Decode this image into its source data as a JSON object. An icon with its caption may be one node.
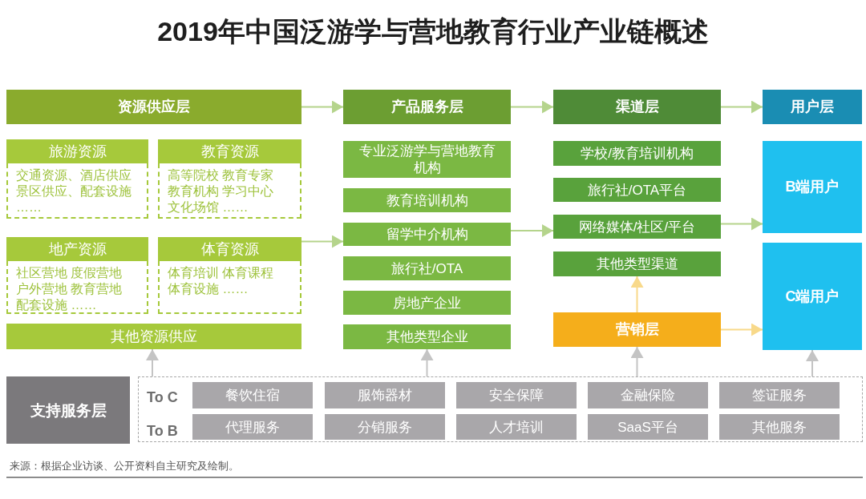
{
  "diagram": {
    "title": "2019年中国泛游学与营地教育行业产业链概述",
    "nodes": [
      {
        "text": [
          "资源供应层"
        ]
      },
      {
        "text": [
          "旅游资源",
          "交通资源、酒店供应景区供应、配套设施……"
        ]
      },
      {
        "text": [
          "教育资源",
          "高等院校 教育专家教育机构 学习中心文化场馆 ……"
        ]
      },
      {
        "text": [
          "地产资源",
          "社区营地 度假营地户外营地 教育营地配套设施 ……"
        ]
      },
      {
        "text": [
          "体育资源",
          "体育培训 体育课程体育设施 ……"
        ]
      },
      {
        "text": [
          "其他资源供应"
        ]
      },
      {
        "text": [
          "产品服务层"
        ]
      },
      {
        "text": [
          "专业泛游学与营地教育机构"
        ]
      },
      {
        "text": [
          "教育培训机构"
        ]
      },
      {
        "text": [
          "留学中介机构"
        ]
      },
      {
        "text": [
          "旅行社/OTA"
        ]
      },
      {
        "text": [
          "房地产企业"
        ]
      },
      {
        "text": [
          "其他类型企业"
        ]
      },
      {
        "text": [
          "渠道层"
        ]
      },
      {
        "text": [
          "学校/教育培训机构"
        ]
      },
      {
        "text": [
          "旅行社/OTA平台"
        ]
      },
      {
        "text": [
          "网络媒体/社区/平台"
        ]
      },
      {
        "text": [
          "其他类型渠道"
        ]
      },
      {
        "text": [
          "营销层"
        ]
      },
      {
        "text": [
          "用户层"
        ]
      },
      {
        "text": [
          "B端用户"
        ]
      },
      {
        "text": [
          "C端用户"
        ]
      },
      {
        "text": [
          "支持服务层"
        ]
      },
      {
        "text": [],
        "shape": "box"
      },
      {
        "text": [
          "餐饮住宿"
        ],
        "in": 23
      },
      {
        "text": [
          "服饰器材"
        ],
        "in": 23
      },
      {
        "text": [
          "安全保障"
        ],
        "in": 23
      },
      {
        "text": [
          "金融保险"
        ],
        "in": 23
      },
      {
        "text": [
          "签证服务"
        ],
        "in": 23
      },
      {
        "text": [
          "代理服务"
        ],
        "in": 23
      },
      {
        "text": [
          "分销服务"
        ],
        "in": 23
      },
      {
        "text": [
          "人才培训"
        ],
        "in": 23
      },
      {
        "text": [
          "SaaS平台"
        ],
        "in": 23
      },
      {
        "text": [
          "其他服务"
        ],
        "in": 23
      }
    ],
    "edges": [
      {
        "from": 0,
        "to": 6,
        "arrow": "to"
      },
      {
        "from": 4,
        "to": 9,
        "arrow": "to"
      },
      {
        "from": 6,
        "to": 13,
        "arrow": "to"
      },
      {
        "from": 9,
        "to": 16,
        "arrow": "to"
      },
      {
        "from": 13,
        "to": 19,
        "arrow": "to"
      },
      {
        "from": 16,
        "to": 20,
        "arrow": "to"
      },
      {
        "from": 18,
        "to": 17,
        "arrow": "to",
        "color": "#f8d98a"
      },
      {
        "from": 18,
        "to": 21,
        "arrow": "to",
        "color": "#f8d98a"
      },
      {
        "from": 23,
        "to": 5,
        "arrow": "to",
        "color": "#c4c4c4"
      },
      {
        "from": 23,
        "to": 12,
        "arrow": "to",
        "color": "#c4c4c4"
      },
      {
        "from": 23,
        "to": 18,
        "arrow": "to",
        "color": "#c4c4c4"
      },
      {
        "from": 23,
        "to": 21,
        "arrow": "to",
        "color": "#c4c4c4"
      }
    ],
    "labels": [
      "To C",
      "To B",
      "来源：根据企业访谈、公开资料自主研究及绘制。"
    ]
  }
}
